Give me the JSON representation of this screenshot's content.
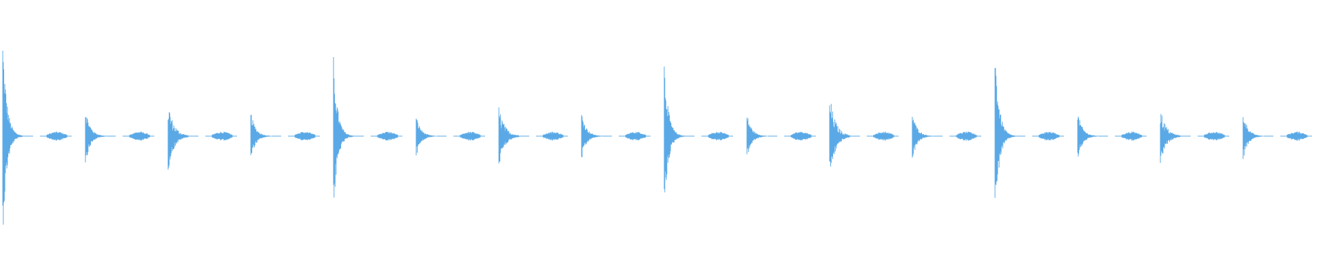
{
  "waveform": {
    "color": "#5aa9e6",
    "background": "#ffffff",
    "beats_per_cycle": 4,
    "hits": [
      {
        "type": "kick",
        "amplitude": 0.98
      },
      {
        "type": "tick",
        "amplitude": 0.03
      },
      {
        "type": "tom",
        "amplitude": 0.28
      },
      {
        "type": "tick",
        "amplitude": 0.03
      },
      {
        "type": "snare",
        "amplitude": 0.34
      },
      {
        "type": "tick",
        "amplitude": 0.03
      },
      {
        "type": "tom",
        "amplitude": 0.24
      },
      {
        "type": "tick",
        "amplitude": 0.03
      },
      {
        "type": "kick",
        "amplitude": 0.78
      },
      {
        "type": "tick",
        "amplitude": 0.03
      },
      {
        "type": "tom",
        "amplitude": 0.2
      },
      {
        "type": "tick",
        "amplitude": 0.03
      },
      {
        "type": "snare",
        "amplitude": 0.3
      },
      {
        "type": "tick",
        "amplitude": 0.03
      },
      {
        "type": "tom",
        "amplitude": 0.24
      },
      {
        "type": "tick",
        "amplitude": 0.03
      },
      {
        "type": "kick",
        "amplitude": 0.76
      },
      {
        "type": "tick",
        "amplitude": 0.03
      },
      {
        "type": "tom",
        "amplitude": 0.22
      },
      {
        "type": "tick",
        "amplitude": 0.03
      },
      {
        "type": "snare",
        "amplitude": 0.42
      },
      {
        "type": "tick",
        "amplitude": 0.03
      },
      {
        "type": "tom",
        "amplitude": 0.24
      },
      {
        "type": "tick",
        "amplitude": 0.03
      },
      {
        "type": "kick",
        "amplitude": 0.88
      },
      {
        "type": "tick",
        "amplitude": 0.03
      },
      {
        "type": "tom",
        "amplitude": 0.24
      },
      {
        "type": "tick",
        "amplitude": 0.03
      },
      {
        "type": "snare",
        "amplitude": 0.28
      },
      {
        "type": "tick",
        "amplitude": 0.03
      },
      {
        "type": "tom",
        "amplitude": 0.24
      },
      {
        "type": "tick",
        "amplitude": 0.03
      }
    ]
  }
}
